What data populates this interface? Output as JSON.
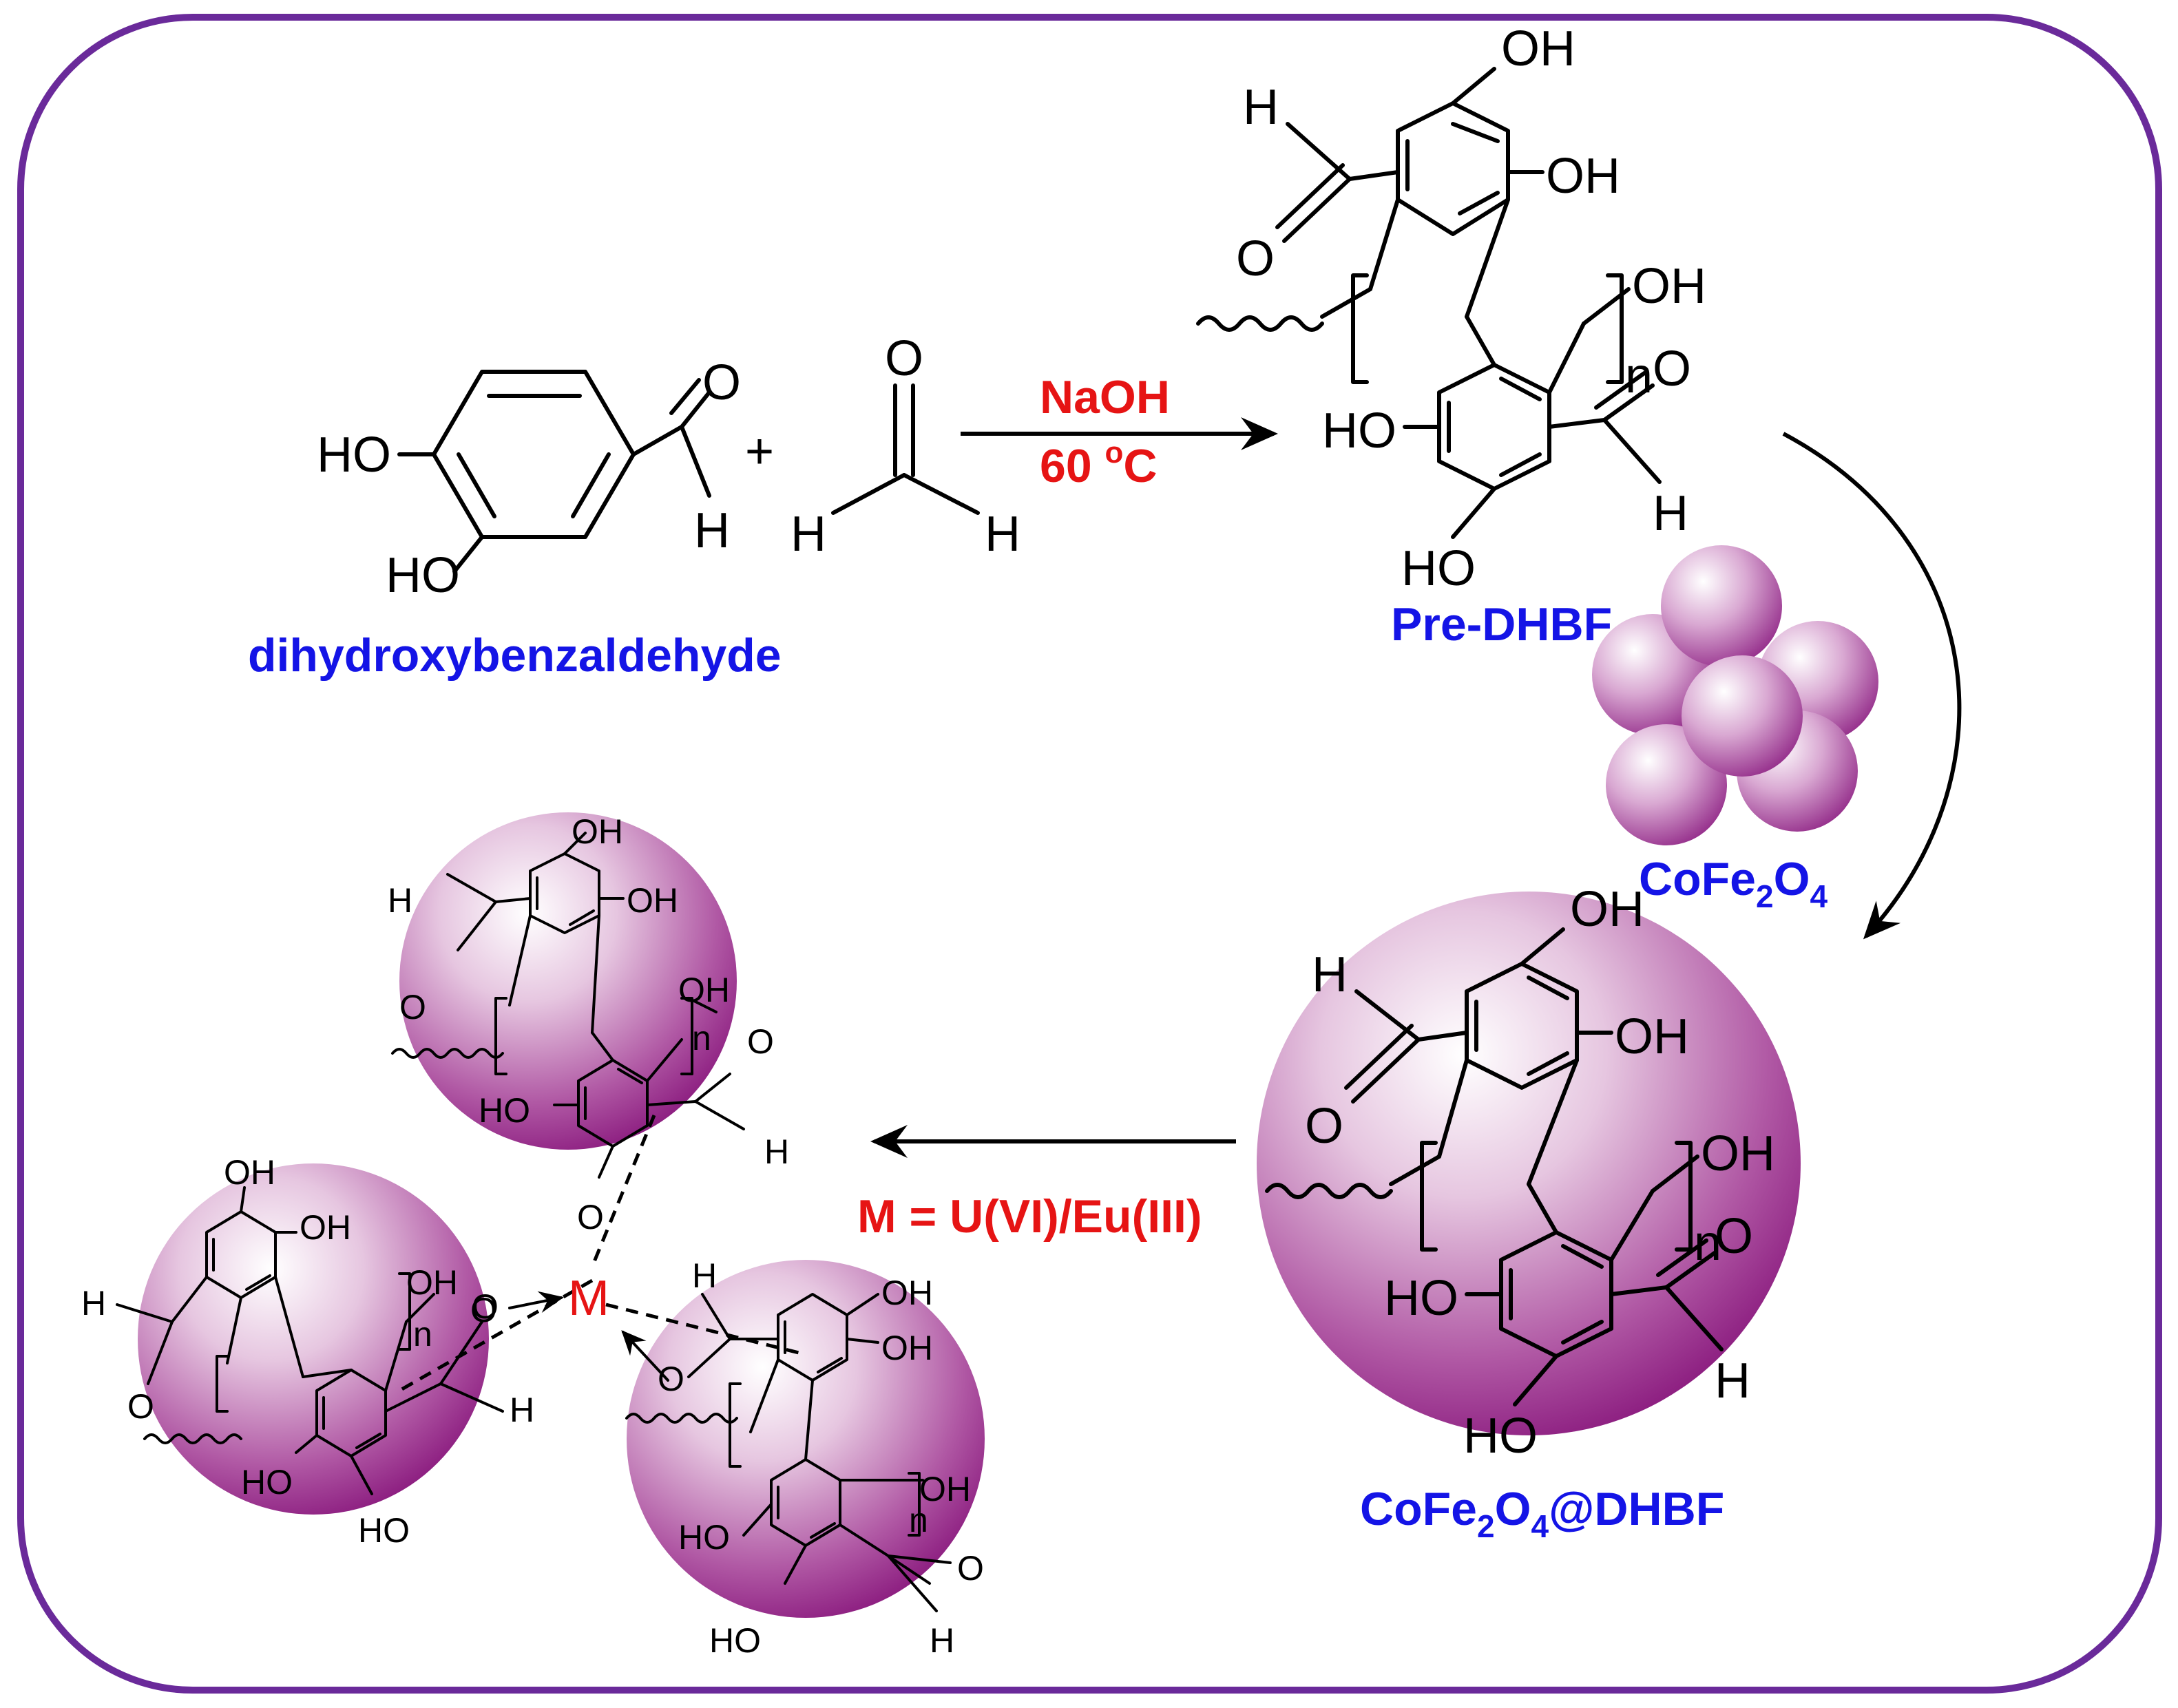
{
  "colors": {
    "frame": "#6a2a9a",
    "label_blue": "#1414e6",
    "label_red": "#e61414",
    "sphere": "#9a2a8a"
  },
  "reactants": {
    "dhba_label": "dihydroxybenzaldehyde",
    "plus": "+",
    "dhba_atoms": {
      "ho_top": "HO",
      "ho_bottom": "HO",
      "o": "O",
      "h": "H"
    },
    "formaldehyde_atoms": {
      "o": "O",
      "h_left": "H",
      "h_right": "H"
    }
  },
  "conditions": {
    "reagent": "NaOH",
    "temp_prefix": "60 ",
    "temp_super": "o",
    "temp_unit": "C"
  },
  "product": {
    "label": "Pre-DHBF",
    "atoms": {
      "oh1": "OH",
      "oh2": "OH",
      "oh3": "OH",
      "ho1": "HO",
      "ho2": "HO",
      "h1": "H",
      "h2": "H",
      "o1": "O",
      "o2": "O",
      "n": "n"
    }
  },
  "nanoparticle": {
    "label_base": "CoFe",
    "label_sub1": "2",
    "label_mid": "O",
    "label_sub2": "4"
  },
  "composite": {
    "label_base": "CoFe",
    "label_sub1": "2",
    "label_mid": "O",
    "label_sub2": "4",
    "label_tail": "@DHBF"
  },
  "adsorption": {
    "metal_label": "M = U(VI)/Eu(III)",
    "metal_symbol": "M"
  }
}
